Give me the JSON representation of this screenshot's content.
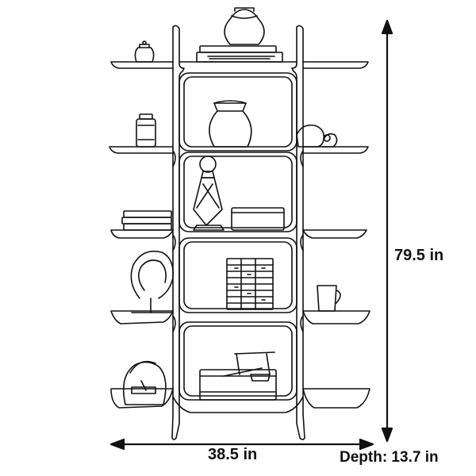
{
  "dimensions": {
    "height": "79.5 in",
    "width": "38.5 in",
    "depth": "Depth: 13.7 in"
  }
}
